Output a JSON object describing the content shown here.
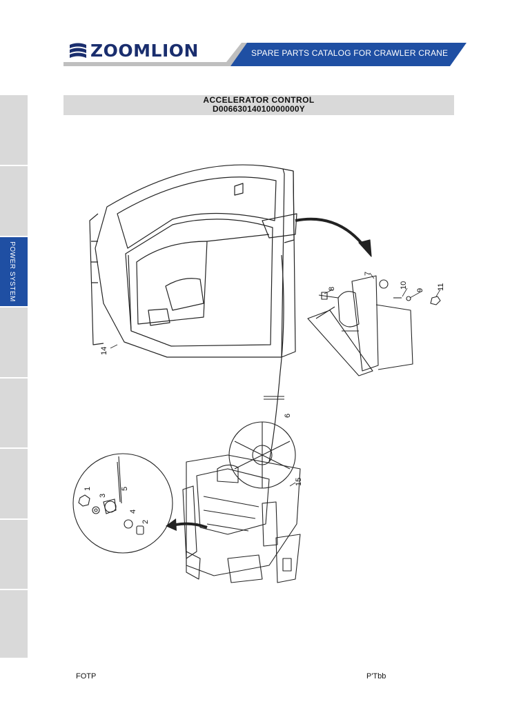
{
  "header": {
    "brand": "ZOOMLION",
    "catalog_title": "SPARE PARTS CATALOG FOR CRAWLER CRANE"
  },
  "section": {
    "title": "ACCELERATOR CONTROL",
    "code": "D00663014010000000Y"
  },
  "side_tabs": [
    {
      "label": "",
      "active": false
    },
    {
      "label": "",
      "active": false
    },
    {
      "label": "POWER SYSTEM",
      "active": true
    },
    {
      "label": "",
      "active": false
    },
    {
      "label": "",
      "active": false
    },
    {
      "label": "",
      "active": false
    },
    {
      "label": "",
      "active": false
    },
    {
      "label": "",
      "active": false
    }
  ],
  "callouts": [
    "1",
    "2",
    "3",
    "4",
    "5",
    "6",
    "7",
    "8",
    "9",
    "10",
    "11",
    "14",
    "15"
  ],
  "footer": {
    "left": "FOTP",
    "right": "P'Tbb"
  },
  "colors": {
    "brand_blue": "#1a2e6e",
    "banner_blue": "#1f4fa3",
    "tab_gray": "#d9d9d9"
  }
}
